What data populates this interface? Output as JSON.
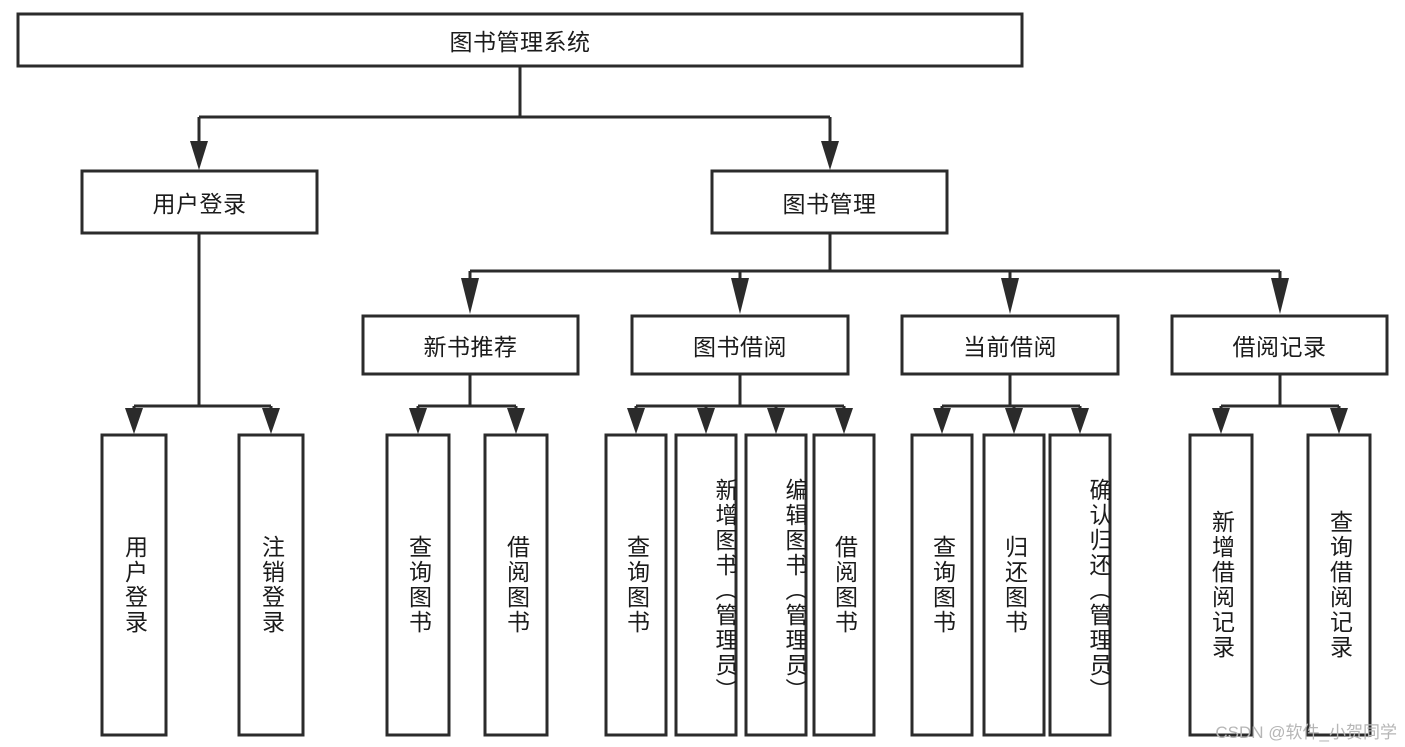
{
  "diagram": {
    "type": "tree-hierarchy-diagram",
    "title": "图书管理系统",
    "watermark": "CSDN @软件_小贺同学",
    "colors": {
      "stroke": "#2b2b2b",
      "fill": "#ffffff",
      "text": "#1b1b1b",
      "watermark": "#b6b6b6"
    },
    "nodes": {
      "root": {
        "label": "图书管理系统",
        "level": 0,
        "orientation": "horizontal"
      },
      "user_login": {
        "label": "用户登录",
        "level": 1,
        "orientation": "horizontal"
      },
      "book_manage": {
        "label": "图书管理",
        "level": 1,
        "orientation": "horizontal"
      },
      "new_book_rec": {
        "label": "新书推荐",
        "level": 2,
        "orientation": "horizontal"
      },
      "book_borrow": {
        "label": "图书借阅",
        "level": 2,
        "orientation": "horizontal"
      },
      "current_borrow": {
        "label": "当前借阅",
        "level": 2,
        "orientation": "horizontal"
      },
      "borrow_record": {
        "label": "借阅记录",
        "level": 2,
        "orientation": "horizontal"
      },
      "leaf_user_login": {
        "label": "用户登录",
        "level": 3,
        "orientation": "vertical"
      },
      "leaf_logout": {
        "label": "注销登录",
        "level": 3,
        "orientation": "vertical"
      },
      "leaf_query_book_1": {
        "label": "查询图书",
        "level": 3,
        "orientation": "vertical"
      },
      "leaf_borrow_book_1": {
        "label": "借阅图书",
        "level": 3,
        "orientation": "vertical"
      },
      "leaf_query_book_2": {
        "label": "查询图书",
        "level": 3,
        "orientation": "vertical"
      },
      "leaf_add_book": {
        "label": "新增图书（管理员）",
        "level": 3,
        "orientation": "vertical"
      },
      "leaf_edit_book": {
        "label": "编辑图书（管理员）",
        "level": 3,
        "orientation": "vertical"
      },
      "leaf_borrow_book_2": {
        "label": "借阅图书",
        "level": 3,
        "orientation": "vertical"
      },
      "leaf_query_book_3": {
        "label": "查询图书",
        "level": 3,
        "orientation": "vertical"
      },
      "leaf_return_book": {
        "label": "归还图书",
        "level": 3,
        "orientation": "vertical"
      },
      "leaf_confirm_return": {
        "label": "确认归还（管理员）",
        "level": 3,
        "orientation": "vertical"
      },
      "leaf_add_record": {
        "label": "新增借阅记录",
        "level": 3,
        "orientation": "vertical"
      },
      "leaf_query_record": {
        "label": "查询借阅记录",
        "level": 3,
        "orientation": "vertical"
      }
    },
    "edges": [
      {
        "from": "root",
        "to": "user_login"
      },
      {
        "from": "root",
        "to": "book_manage"
      },
      {
        "from": "user_login",
        "to": "leaf_user_login"
      },
      {
        "from": "user_login",
        "to": "leaf_logout"
      },
      {
        "from": "book_manage",
        "to": "new_book_rec"
      },
      {
        "from": "book_manage",
        "to": "book_borrow"
      },
      {
        "from": "book_manage",
        "to": "current_borrow"
      },
      {
        "from": "book_manage",
        "to": "borrow_record"
      },
      {
        "from": "new_book_rec",
        "to": "leaf_query_book_1"
      },
      {
        "from": "new_book_rec",
        "to": "leaf_borrow_book_1"
      },
      {
        "from": "book_borrow",
        "to": "leaf_query_book_2"
      },
      {
        "from": "book_borrow",
        "to": "leaf_add_book"
      },
      {
        "from": "book_borrow",
        "to": "leaf_edit_book"
      },
      {
        "from": "book_borrow",
        "to": "leaf_borrow_book_2"
      },
      {
        "from": "current_borrow",
        "to": "leaf_query_book_3"
      },
      {
        "from": "current_borrow",
        "to": "leaf_return_book"
      },
      {
        "from": "current_borrow",
        "to": "leaf_confirm_return"
      },
      {
        "from": "borrow_record",
        "to": "leaf_add_record"
      },
      {
        "from": "borrow_record",
        "to": "leaf_query_record"
      }
    ]
  }
}
